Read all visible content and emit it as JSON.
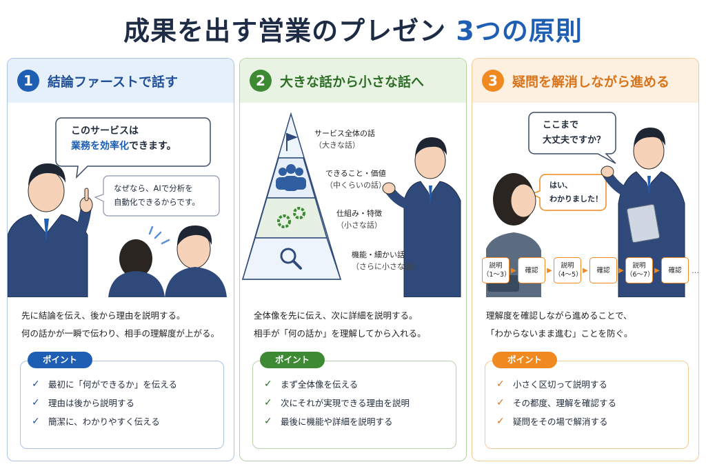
{
  "title": {
    "main": "成果を出す営業のプレゼン",
    "accent": "3つの原則"
  },
  "panels": [
    {
      "num": "1",
      "heading": "結論ファーストで話す",
      "bubble_main_line1": "このサービスは",
      "bubble_main_hl": "業務を効率化",
      "bubble_main_rest": "できます。",
      "bubble_sub_line1": "なぜなら、AIで分析を",
      "bubble_sub_line2": "自動化できるからです。",
      "desc_line1": "先に結論を伝え、後から理由を説明する。",
      "desc_line2": "何の話かが一瞬で伝わり、相手の理解度が上がる。",
      "point_label": "ポイント",
      "points": [
        "最初に「何ができるか」を伝える",
        "理由は後から説明する",
        "簡潔に、わかりやすく伝える"
      ]
    },
    {
      "num": "2",
      "heading": "大きな話から小さな話へ",
      "levels": [
        {
          "title": "サービス全体の話",
          "sub": "（大きな話）"
        },
        {
          "title": "できること・価値",
          "sub": "（中くらいの話）"
        },
        {
          "title": "仕組み・特徴",
          "sub": "（小さな話）"
        },
        {
          "title": "機能・細かい話",
          "sub": "（さらに小さな話）"
        }
      ],
      "desc_line1": "全体像を先に伝え、次に詳細を説明する。",
      "desc_line2": "相手が「何の話か」を理解してから入れる。",
      "point_label": "ポイント",
      "points": [
        "まず全体像を伝える",
        "次にそれが実現できる理由を説明",
        "最後に機能や詳細を説明する"
      ]
    },
    {
      "num": "3",
      "heading": "疑問を解消しながら進める",
      "bubble_q_line1": "ここまで",
      "bubble_q_line2": "大丈夫ですか？",
      "bubble_a_line1": "はい、",
      "bubble_a_line2": "わかりました！",
      "flow": [
        {
          "l1": "説明",
          "l2": "（1〜3）"
        },
        {
          "l1": "確認",
          "l2": ""
        },
        {
          "l1": "説明",
          "l2": "（4〜5）"
        },
        {
          "l1": "確認",
          "l2": ""
        },
        {
          "l1": "説明",
          "l2": "（6〜7）"
        },
        {
          "l1": "確認",
          "l2": ""
        }
      ],
      "flow_more": "…",
      "desc_line1": "理解度を確認しながら進めることで、",
      "desc_line2": "「わからないまま進む」ことを防ぐ。",
      "point_label": "ポイント",
      "points": [
        "小さく区切って説明する",
        "その都度、理解を確認する",
        "疑問をその場で解消する"
      ]
    }
  ],
  "colors": {
    "blue": "#1f5fb3",
    "green": "#3e8a34",
    "orange": "#f0891f",
    "navy": "#1d2b45"
  },
  "icons": [
    "flag-icon",
    "people-icon",
    "gears-icon",
    "magnifier-icon",
    "check-icon",
    "arrow-right-icon"
  ]
}
